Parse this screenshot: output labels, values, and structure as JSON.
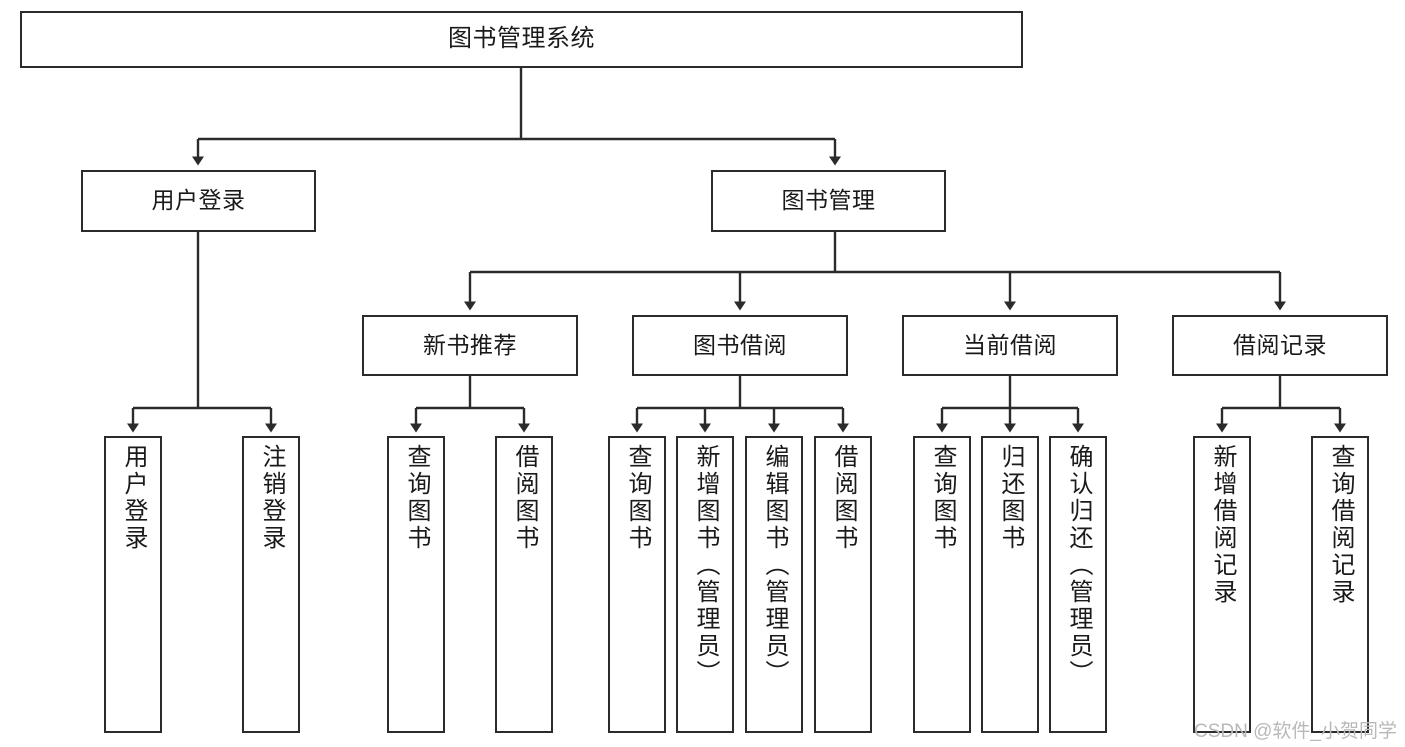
{
  "diagram": {
    "title": "图书管理系统",
    "type": "tree-hierarchy-chart",
    "root": {
      "id": "root",
      "label": "图书管理系统"
    },
    "level2": [
      {
        "id": "user-login",
        "label": "用户登录"
      },
      {
        "id": "book-manage",
        "label": "图书管理"
      }
    ],
    "level3": [
      {
        "id": "new-book-rec",
        "label": "新书推荐"
      },
      {
        "id": "book-borrow",
        "label": "图书借阅"
      },
      {
        "id": "current-borrow",
        "label": "当前借阅"
      },
      {
        "id": "borrow-record",
        "label": "借阅记录"
      }
    ],
    "leaves": {
      "user_login": [
        {
          "id": "leaf-user-login",
          "label": "用户登录"
        },
        {
          "id": "leaf-logout",
          "label": "注销登录"
        }
      ],
      "new_book_rec": [
        {
          "id": "leaf-query-book-1",
          "label": "查询图书"
        },
        {
          "id": "leaf-borrow-book-1",
          "label": "借阅图书"
        }
      ],
      "book_borrow": [
        {
          "id": "leaf-query-book-2",
          "label": "查询图书"
        },
        {
          "id": "leaf-add-book",
          "label": "新增图书（管理员）"
        },
        {
          "id": "leaf-edit-book",
          "label": "编辑图书（管理员）"
        },
        {
          "id": "leaf-borrow-book-2",
          "label": "借阅图书"
        }
      ],
      "current_borrow": [
        {
          "id": "leaf-query-book-3",
          "label": "查询图书"
        },
        {
          "id": "leaf-return-book",
          "label": "归还图书"
        },
        {
          "id": "leaf-confirm-return",
          "label": "确认归还（管理员）"
        }
      ],
      "borrow_record": [
        {
          "id": "leaf-add-record",
          "label": "新增借阅记录"
        },
        {
          "id": "leaf-query-record",
          "label": "查询借阅记录"
        }
      ]
    }
  },
  "colors": {
    "border": "#2b2b2b",
    "background": "#ffffff",
    "text": "#1a1a1a",
    "edge": "#2b2b2b",
    "watermark": "#b9b9b9"
  },
  "watermark": "CSDN @软件_小贺同学"
}
